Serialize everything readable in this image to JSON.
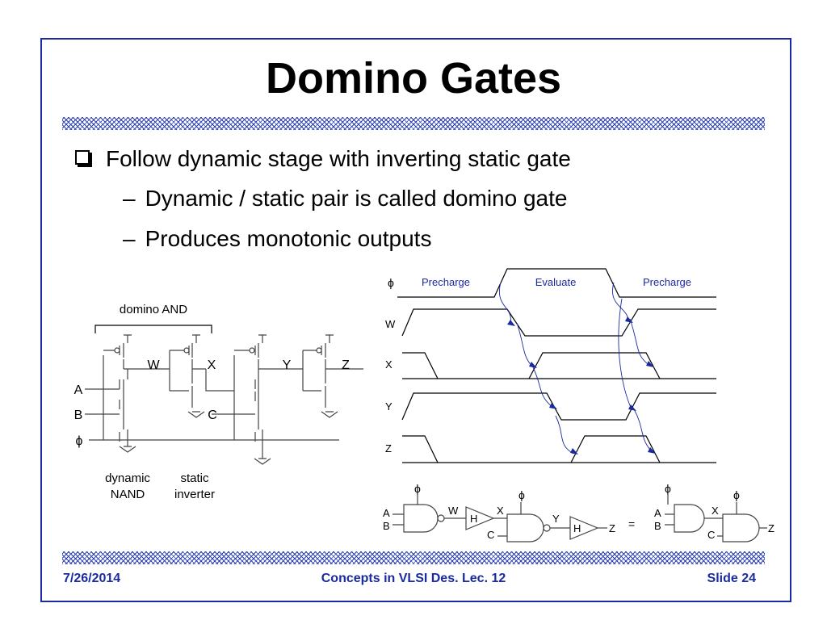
{
  "slide": {
    "title": "Domino Gates",
    "bullets": [
      "Follow dynamic stage with inverting static gate",
      "Dynamic / static pair is called domino gate",
      "Produces monotonic outputs"
    ],
    "footer": {
      "date": "7/26/2014",
      "course": "Concepts in VLSI Des. Lec. 12",
      "slide": "Slide 24"
    }
  },
  "circuit": {
    "header": "domino AND",
    "nodes": {
      "w": "W",
      "x": "X",
      "y": "Y",
      "z": "Z",
      "a": "A",
      "b": "B",
      "c": "C",
      "phi": "ϕ"
    },
    "caption_dynamic": [
      "dynamic",
      "NAND"
    ],
    "caption_static": [
      "static",
      "inverter"
    ]
  },
  "timing": {
    "phase_labels": [
      "Precharge",
      "Evaluate",
      "Precharge"
    ],
    "signals": [
      "ϕ",
      "W",
      "X",
      "Y",
      "Z"
    ],
    "phase_color": "#1a2aa0"
  },
  "gates": {
    "phi": "ϕ",
    "left": {
      "a": "A",
      "b": "B",
      "w": "W",
      "h1": "H",
      "x": "X",
      "c": "C",
      "y": "Y",
      "h2": "H",
      "z": "Z"
    },
    "eq": "=",
    "right": {
      "a": "A",
      "b": "B",
      "x": "X",
      "c": "C",
      "z": "Z"
    }
  }
}
